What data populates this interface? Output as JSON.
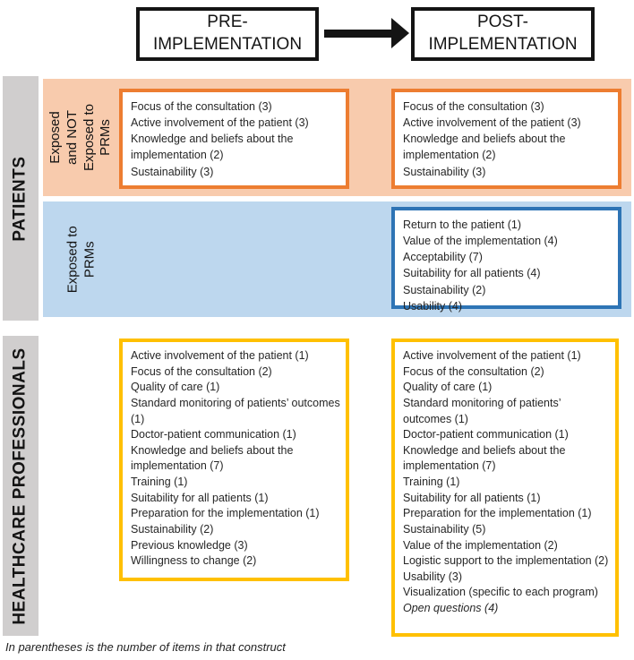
{
  "header": {
    "pre": "PRE-\nIMPLEMENTATION",
    "post": "POST-\nIMPLEMENTATION"
  },
  "sections": {
    "patients": {
      "label": "PATIENTS",
      "rows": {
        "not_exposed": {
          "label": "Exposed and NOT Exposed to PRMs",
          "pre_items": [
            "Focus of the consultation (3)",
            "Active involvement of the patient (3)",
            "Knowledge and beliefs about the implementation (2)",
            "Sustainability (3)"
          ],
          "post_items": [
            "Focus of the consultation (3)",
            "Active involvement of the patient (3)",
            "Knowledge and beliefs about the implementation (2)",
            "Sustainability (3)"
          ]
        },
        "exposed": {
          "label": "Exposed to PRMs",
          "post_items": [
            "Return to the patient (1)",
            "Value of the implementation (4)",
            "Acceptability (7)",
            "Suitability for all patients (4)",
            "Sustainability (2)",
            "Usability (4)"
          ]
        }
      }
    },
    "professionals": {
      "label": "HEALTHCARE PROFESSIONALS",
      "pre_items": [
        "Active involvement of the patient (1)",
        "Focus of the consultation (2)",
        "Quality of care (1)",
        "Standard monitoring of patients’ outcomes (1)",
        "Doctor-patient communication (1)",
        "Knowledge and beliefs about the implementation (7)",
        "Training (1)",
        "Suitability for all patients (1)",
        "Preparation for the implementation (1)",
        "Sustainability (2)",
        "Previous knowledge (3)",
        "Willingness to change (2)"
      ],
      "post_items": [
        "Active involvement of the patient (1)",
        "Focus of the consultation (2)",
        "Quality of care (1)",
        "Standard monitoring of patients’ outcomes (1)",
        "Doctor-patient communication (1)",
        "Knowledge and beliefs about the implementation (7)",
        "Training (1)",
        "Suitability for all patients (1)",
        "Preparation for the implementation (1)",
        "Sustainability (5)",
        "Value of the implementation (2)",
        "Logistic support to the implementation (2)",
        "Usability (3)",
        "Visualization (specific to each program)",
        {
          "text": "Open questions (4)",
          "italic": true
        }
      ]
    }
  },
  "footnote": "In parentheses is the number of items in that construct",
  "colors": {
    "orange_fill": "#F8CBAD",
    "orange_border": "#ED7D31",
    "blue_fill": "#BDD7EE",
    "blue_border": "#2E74B5",
    "yellow_border": "#FFC000",
    "gray_fill": "#D0CECE",
    "ink": "#1a1a1a"
  }
}
